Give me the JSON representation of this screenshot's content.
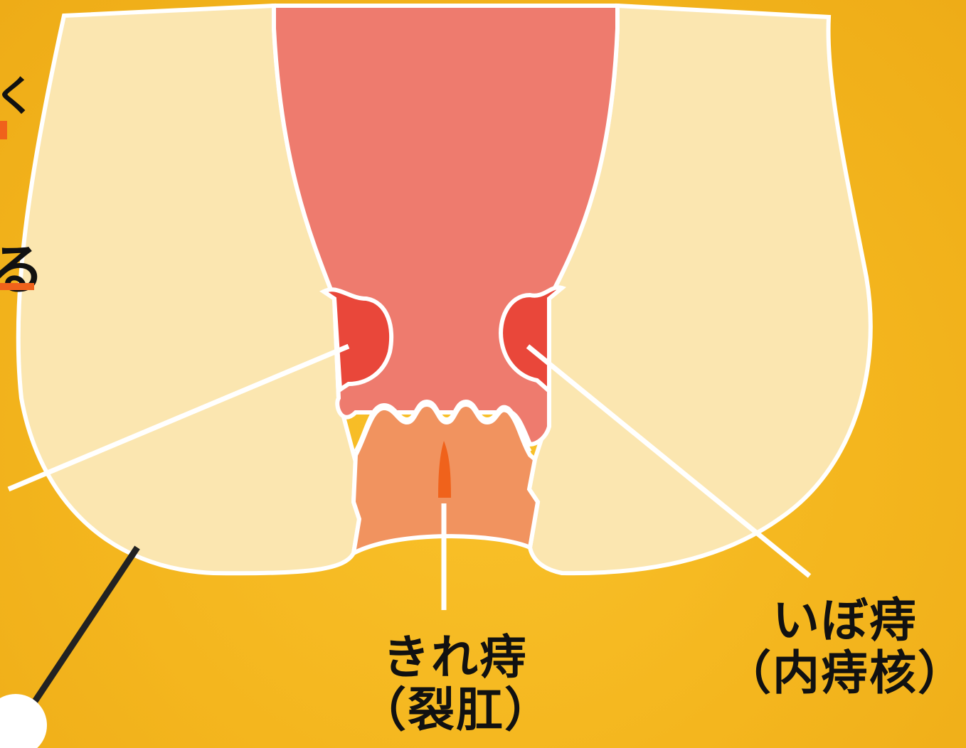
{
  "labels": {
    "fissure": {
      "name": "きれ痔",
      "sub": "（裂肛）"
    },
    "hemorrhoid": {
      "name": "いぼ痔",
      "sub": "（内痔核）"
    }
  },
  "edge_text": {
    "char_top": "く",
    "char_bottom": "る"
  },
  "colors": {
    "background": "#f4b61e",
    "skin": "#fbe6b0",
    "rectum": "#ee7b6e",
    "anal_canal": "#f1935f",
    "hemorrhoid": "#e9473a",
    "fissure": "#f0621b",
    "outline": "#ffffff",
    "pointer": "#ffffff",
    "probe": "#222222"
  }
}
